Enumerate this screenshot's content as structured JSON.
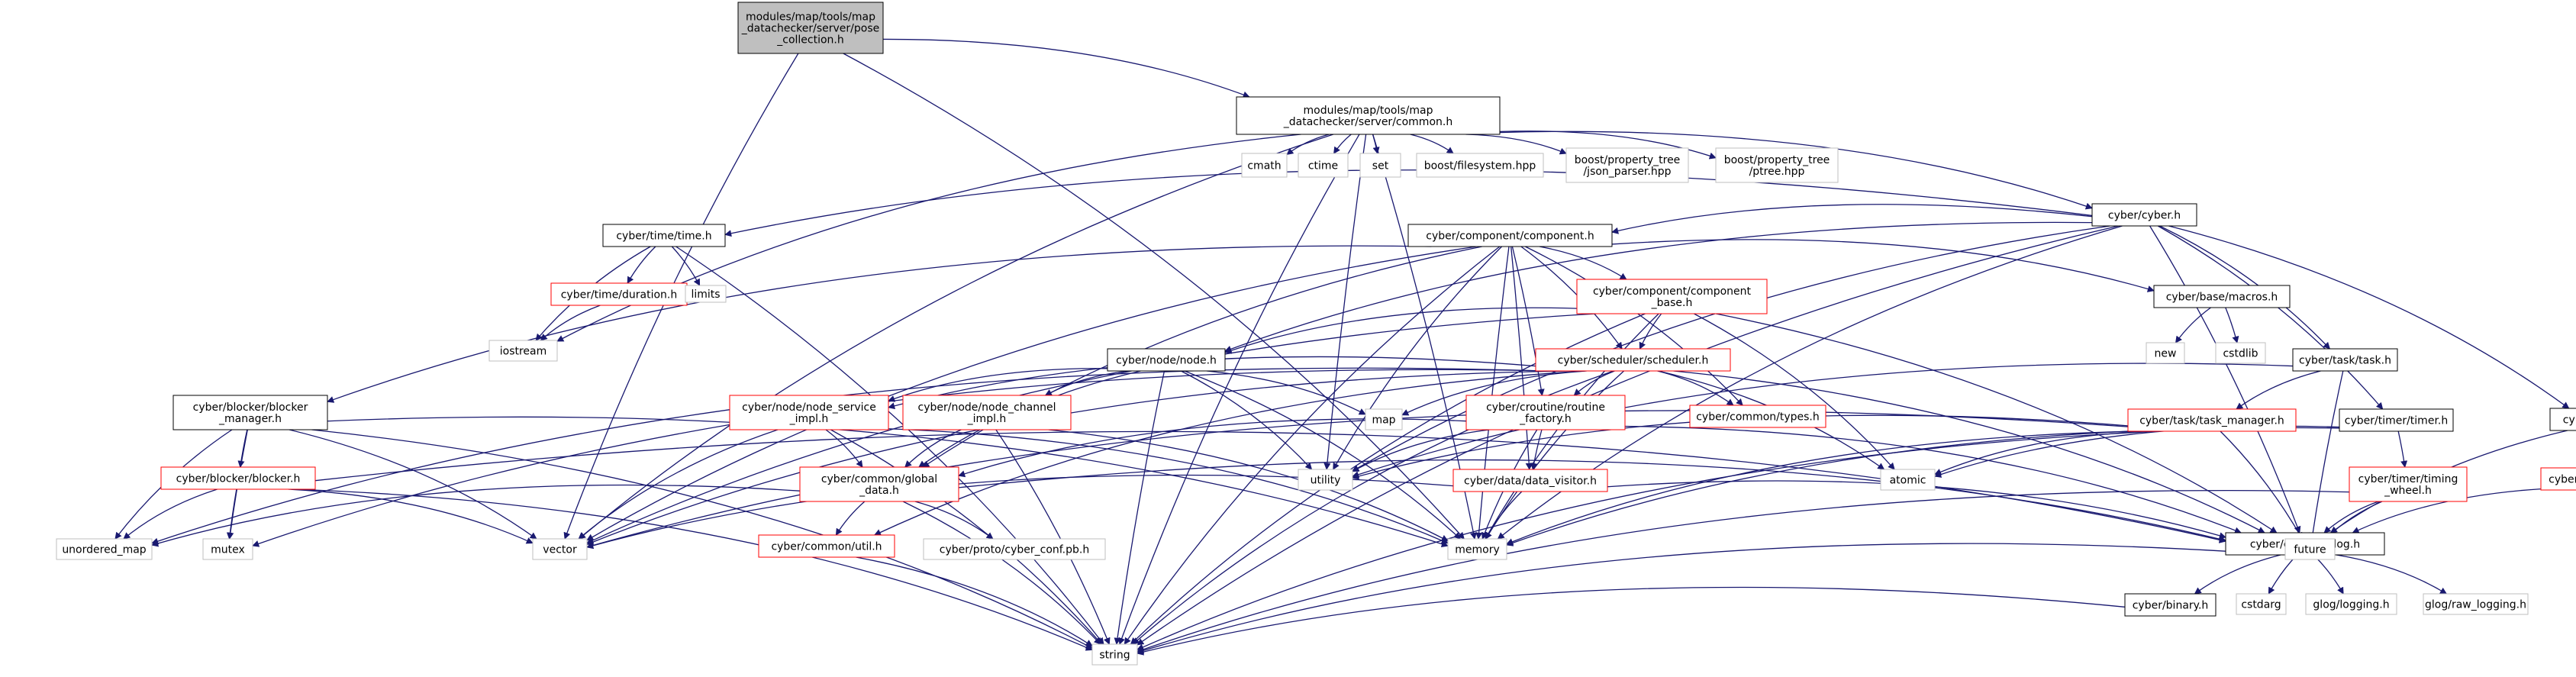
{
  "graph": {
    "nodes": [
      {
        "id": "pose_collection",
        "lines": [
          "modules/map/tools/map",
          "_datachecker/server/pose",
          "_collection.h"
        ],
        "kind": "root"
      },
      {
        "id": "common_h",
        "lines": [
          "modules/map/tools/map",
          "_datachecker/server/common.h"
        ],
        "kind": "black"
      },
      {
        "id": "cmath",
        "lines": [
          "cmath"
        ],
        "kind": "grey"
      },
      {
        "id": "ctime",
        "lines": [
          "ctime"
        ],
        "kind": "grey"
      },
      {
        "id": "set",
        "lines": [
          "set"
        ],
        "kind": "grey"
      },
      {
        "id": "boost_fs",
        "lines": [
          "boost/filesystem.hpp"
        ],
        "kind": "grey"
      },
      {
        "id": "boost_json",
        "lines": [
          "boost/property_tree",
          "/json_parser.hpp"
        ],
        "kind": "grey"
      },
      {
        "id": "boost_ptree",
        "lines": [
          "boost/property_tree",
          "/ptree.hpp"
        ],
        "kind": "grey"
      },
      {
        "id": "cyber_h",
        "lines": [
          "cyber/cyber.h"
        ],
        "kind": "black"
      },
      {
        "id": "time_h",
        "lines": [
          "cyber/time/time.h"
        ],
        "kind": "black"
      },
      {
        "id": "duration_h",
        "lines": [
          "cyber/time/duration.h"
        ],
        "kind": "red"
      },
      {
        "id": "limits",
        "lines": [
          "limits"
        ],
        "kind": "grey"
      },
      {
        "id": "iostream",
        "lines": [
          "iostream"
        ],
        "kind": "grey"
      },
      {
        "id": "component_h",
        "lines": [
          "cyber/component/component.h"
        ],
        "kind": "black"
      },
      {
        "id": "component_base",
        "lines": [
          "cyber/component/component",
          "_base.h"
        ],
        "kind": "red"
      },
      {
        "id": "macros_h",
        "lines": [
          "cyber/base/macros.h"
        ],
        "kind": "black"
      },
      {
        "id": "new",
        "lines": [
          "new"
        ],
        "kind": "grey"
      },
      {
        "id": "cstdlib",
        "lines": [
          "cstdlib"
        ],
        "kind": "grey"
      },
      {
        "id": "node_h",
        "lines": [
          "cyber/node/node.h"
        ],
        "kind": "black"
      },
      {
        "id": "scheduler_h",
        "lines": [
          "cyber/scheduler/scheduler.h"
        ],
        "kind": "red"
      },
      {
        "id": "types_h",
        "lines": [
          "cyber/common/types.h"
        ],
        "kind": "red"
      },
      {
        "id": "task_h",
        "lines": [
          "cyber/task/task.h"
        ],
        "kind": "black"
      },
      {
        "id": "task_manager",
        "lines": [
          "cyber/task/task_manager.h"
        ],
        "kind": "red"
      },
      {
        "id": "timer_h",
        "lines": [
          "cyber/timer/timer.h"
        ],
        "kind": "black"
      },
      {
        "id": "timing_wheel",
        "lines": [
          "cyber/timer/timing",
          "_wheel.h"
        ],
        "kind": "red"
      },
      {
        "id": "init_h",
        "lines": [
          "cyber/init.h"
        ],
        "kind": "black"
      },
      {
        "id": "state_h",
        "lines": [
          "cyber/state.h"
        ],
        "kind": "red"
      },
      {
        "id": "blocker_manager",
        "lines": [
          "cyber/blocker/blocker",
          "_manager.h"
        ],
        "kind": "black"
      },
      {
        "id": "blocker_h",
        "lines": [
          "cyber/blocker/blocker.h"
        ],
        "kind": "red"
      },
      {
        "id": "node_service",
        "lines": [
          "cyber/node/node_service",
          "_impl.h"
        ],
        "kind": "red"
      },
      {
        "id": "node_channel",
        "lines": [
          "cyber/node/node_channel",
          "_impl.h"
        ],
        "kind": "red"
      },
      {
        "id": "routine_factory",
        "lines": [
          "cyber/croutine/routine",
          "_factory.h"
        ],
        "kind": "red"
      },
      {
        "id": "global_data",
        "lines": [
          "cyber/common/global",
          "_data.h"
        ],
        "kind": "red"
      },
      {
        "id": "data_visitor",
        "lines": [
          "cyber/data/data_visitor.h"
        ],
        "kind": "red"
      },
      {
        "id": "map",
        "lines": [
          "map"
        ],
        "kind": "grey"
      },
      {
        "id": "utility",
        "lines": [
          "utility"
        ],
        "kind": "grey"
      },
      {
        "id": "atomic",
        "lines": [
          "atomic"
        ],
        "kind": "grey"
      },
      {
        "id": "util_h",
        "lines": [
          "cyber/common/util.h"
        ],
        "kind": "red"
      },
      {
        "id": "cyber_conf",
        "lines": [
          "cyber/proto/cyber_conf.pb.h"
        ],
        "kind": "grey"
      },
      {
        "id": "log_h",
        "lines": [
          "cyber/common/log.h"
        ],
        "kind": "black"
      },
      {
        "id": "future",
        "lines": [
          "future"
        ],
        "kind": "grey"
      },
      {
        "id": "unordered_map",
        "lines": [
          "unordered_map"
        ],
        "kind": "grey"
      },
      {
        "id": "mutex",
        "lines": [
          "mutex"
        ],
        "kind": "grey"
      },
      {
        "id": "vector",
        "lines": [
          "vector"
        ],
        "kind": "grey"
      },
      {
        "id": "memory",
        "lines": [
          "memory"
        ],
        "kind": "grey"
      },
      {
        "id": "binary_h",
        "lines": [
          "cyber/binary.h"
        ],
        "kind": "black"
      },
      {
        "id": "cstdarg",
        "lines": [
          "cstdarg"
        ],
        "kind": "grey"
      },
      {
        "id": "glog_logging",
        "lines": [
          "glog/logging.h"
        ],
        "kind": "grey"
      },
      {
        "id": "glog_raw",
        "lines": [
          "glog/raw_logging.h"
        ],
        "kind": "grey"
      },
      {
        "id": "string",
        "lines": [
          "string"
        ],
        "kind": "grey"
      }
    ],
    "edges": [
      [
        "pose_collection",
        "common_h"
      ],
      [
        "pose_collection",
        "vector"
      ],
      [
        "pose_collection",
        "memory"
      ],
      [
        "common_h",
        "cmath"
      ],
      [
        "common_h",
        "ctime"
      ],
      [
        "common_h",
        "set"
      ],
      [
        "common_h",
        "boost_fs"
      ],
      [
        "common_h",
        "boost_json"
      ],
      [
        "common_h",
        "boost_ptree"
      ],
      [
        "common_h",
        "cyber_h"
      ],
      [
        "common_h",
        "iostream"
      ],
      [
        "common_h",
        "vector"
      ],
      [
        "common_h",
        "memory"
      ],
      [
        "common_h",
        "utility"
      ],
      [
        "common_h",
        "string"
      ],
      [
        "cyber_h",
        "time_h"
      ],
      [
        "cyber_h",
        "component_h"
      ],
      [
        "cyber_h",
        "node_h"
      ],
      [
        "cyber_h",
        "task_h"
      ],
      [
        "cyber_h",
        "timer_h"
      ],
      [
        "cyber_h",
        "init_h"
      ],
      [
        "cyber_h",
        "log_h"
      ],
      [
        "cyber_h",
        "memory"
      ],
      [
        "cyber_h",
        "string"
      ],
      [
        "cyber_h",
        "utility"
      ],
      [
        "time_h",
        "duration_h"
      ],
      [
        "time_h",
        "limits"
      ],
      [
        "time_h",
        "iostream"
      ],
      [
        "time_h",
        "string"
      ],
      [
        "duration_h",
        "iostream"
      ],
      [
        "component_h",
        "component_base"
      ],
      [
        "component_h",
        "macros_h"
      ],
      [
        "component_h",
        "scheduler_h"
      ],
      [
        "component_h",
        "types_h"
      ],
      [
        "component_h",
        "blocker_manager"
      ],
      [
        "component_h",
        "routine_factory"
      ],
      [
        "component_h",
        "data_visitor"
      ],
      [
        "component_h",
        "global_data"
      ],
      [
        "component_h",
        "utility"
      ],
      [
        "component_h",
        "memory"
      ],
      [
        "component_h",
        "vector"
      ],
      [
        "component_h",
        "string"
      ],
      [
        "component_base",
        "node_h"
      ],
      [
        "component_base",
        "scheduler_h"
      ],
      [
        "component_base",
        "atomic"
      ],
      [
        "component_base",
        "memory"
      ],
      [
        "component_base",
        "vector"
      ],
      [
        "component_base",
        "string"
      ],
      [
        "component_base",
        "log_h"
      ],
      [
        "macros_h",
        "new"
      ],
      [
        "macros_h",
        "cstdlib"
      ],
      [
        "node_h",
        "node_service"
      ],
      [
        "node_h",
        "node_channel"
      ],
      [
        "node_h",
        "map"
      ],
      [
        "node_h",
        "memory"
      ],
      [
        "node_h",
        "utility"
      ],
      [
        "node_h",
        "string"
      ],
      [
        "node_h",
        "global_data"
      ],
      [
        "scheduler_h",
        "routine_factory"
      ],
      [
        "scheduler_h",
        "types_h"
      ],
      [
        "scheduler_h",
        "map"
      ],
      [
        "scheduler_h",
        "atomic"
      ],
      [
        "scheduler_h",
        "mutex"
      ],
      [
        "scheduler_h",
        "vector"
      ],
      [
        "scheduler_h",
        "memory"
      ],
      [
        "scheduler_h",
        "string"
      ],
      [
        "scheduler_h",
        "util_h"
      ],
      [
        "scheduler_h",
        "log_h"
      ],
      [
        "scheduler_h",
        "unordered_map"
      ],
      [
        "scheduler_h",
        "node_service"
      ],
      [
        "task_h",
        "task_manager"
      ],
      [
        "task_h",
        "future"
      ],
      [
        "task_h",
        "utility"
      ],
      [
        "task_manager",
        "future"
      ],
      [
        "task_manager",
        "atomic"
      ],
      [
        "task_manager",
        "memory"
      ],
      [
        "task_manager",
        "utility"
      ],
      [
        "task_manager",
        "string"
      ],
      [
        "task_manager",
        "vector"
      ],
      [
        "timer_h",
        "timing_wheel"
      ],
      [
        "timer_h",
        "atomic"
      ],
      [
        "timer_h",
        "memory"
      ],
      [
        "timing_wheel",
        "future"
      ],
      [
        "timing_wheel",
        "log_h"
      ],
      [
        "timing_wheel",
        "string"
      ],
      [
        "init_h",
        "state_h"
      ],
      [
        "init_h",
        "log_h"
      ],
      [
        "state_h",
        "log_h"
      ],
      [
        "blocker_manager",
        "blocker_h"
      ],
      [
        "blocker_manager",
        "unordered_map"
      ],
      [
        "blocker_manager",
        "mutex"
      ],
      [
        "blocker_manager",
        "memory"
      ],
      [
        "blocker_manager",
        "string"
      ],
      [
        "blocker_manager",
        "vector"
      ],
      [
        "blocker_h",
        "unordered_map"
      ],
      [
        "blocker_h",
        "mutex"
      ],
      [
        "blocker_h",
        "vector"
      ],
      [
        "blocker_h",
        "string"
      ],
      [
        "blocker_h",
        "log_h"
      ],
      [
        "node_service",
        "global_data"
      ],
      [
        "node_service",
        "memory"
      ],
      [
        "node_service",
        "vector"
      ],
      [
        "node_service",
        "string"
      ],
      [
        "node_channel",
        "global_data"
      ],
      [
        "node_channel",
        "memory"
      ],
      [
        "node_channel",
        "string"
      ],
      [
        "routine_factory",
        "global_data"
      ],
      [
        "routine_factory",
        "data_visitor"
      ],
      [
        "routine_factory",
        "utility"
      ],
      [
        "routine_factory",
        "memory"
      ],
      [
        "routine_factory",
        "log_h"
      ],
      [
        "global_data",
        "util_h"
      ],
      [
        "global_data",
        "cyber_conf"
      ],
      [
        "global_data",
        "unordered_map"
      ],
      [
        "global_data",
        "string"
      ],
      [
        "global_data",
        "log_h"
      ],
      [
        "data_visitor",
        "memory"
      ],
      [
        "data_visitor",
        "vector"
      ],
      [
        "data_visitor",
        "log_h"
      ],
      [
        "util_h",
        "string"
      ],
      [
        "log_h",
        "binary_h"
      ],
      [
        "log_h",
        "cstdarg"
      ],
      [
        "log_h",
        "glog_logging"
      ],
      [
        "log_h",
        "glog_raw"
      ],
      [
        "log_h",
        "string"
      ],
      [
        "binary_h",
        "string"
      ]
    ]
  }
}
